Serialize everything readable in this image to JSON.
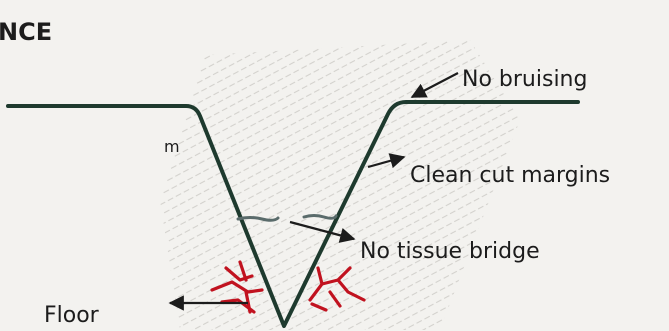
{
  "heading": "NCE",
  "labels": {
    "m": "m",
    "no_bruising": "No bruising",
    "clean_cut_margins": "Clean cut margins",
    "no_tissue_bridge": "No tissue bridge",
    "floor": "Floor"
  },
  "colors": {
    "ink": "#1c1c1c",
    "wound_line": "#1e3a2e",
    "vessels": "#c1121f",
    "hatching": "#d6d4d0",
    "background": "#f3f2ef"
  }
}
